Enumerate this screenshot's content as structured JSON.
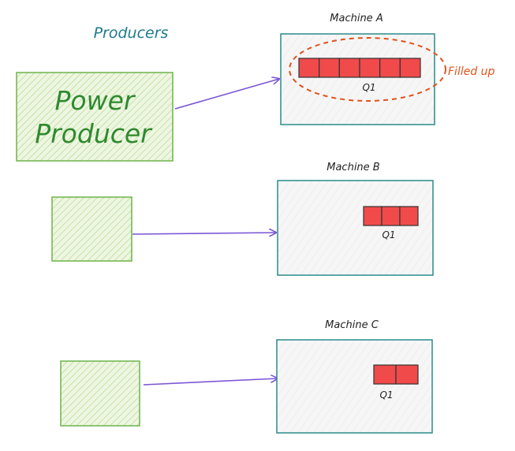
{
  "title": "Producers",
  "power_producer": {
    "line1": "Power",
    "line2": "Producer"
  },
  "machines": [
    {
      "name": "Machine A",
      "queue_label": "Q1",
      "queue_segments": 6
    },
    {
      "name": "Machine B",
      "queue_label": "Q1",
      "queue_segments": 3
    },
    {
      "name": "Machine C",
      "queue_label": "Q1",
      "queue_segments": 2
    }
  ],
  "annotation": "Filled up",
  "colors": {
    "title": "#1f7a8c",
    "producer_fill": "#e8f3d6",
    "producer_stroke": "#6fb34a",
    "producer_hatch": "#a5d47a",
    "producer_text": "#2f8a2f",
    "machine_stroke": "#2a8c8c",
    "machine_fill": "#f4f4f4",
    "arrow": "#7b55d6",
    "queue_fill": "#f04a4a",
    "queue_stroke": "#333333",
    "annotation": "#e0531c"
  }
}
